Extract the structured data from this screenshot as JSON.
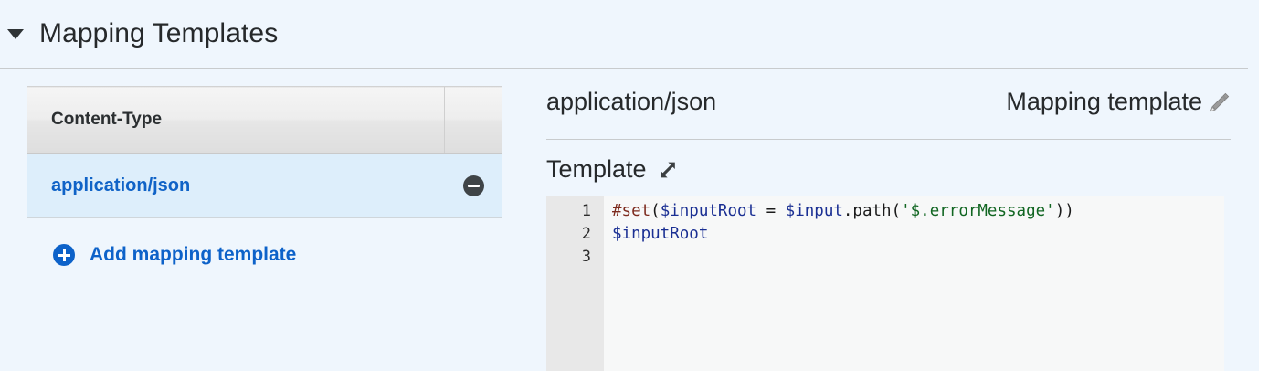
{
  "section": {
    "title": "Mapping Templates",
    "collapse_icon": "triangle-down-icon",
    "expanded": true
  },
  "content_type_table": {
    "columns": [
      "Content-Type",
      ""
    ],
    "rows": [
      {
        "content_type": "application/json",
        "selected": true,
        "remove_icon": "minus-circle-icon"
      }
    ],
    "add_link": {
      "label": "Add mapping template",
      "icon": "plus-circle-icon"
    }
  },
  "detail": {
    "title": "application/json",
    "mapping_label": "Mapping template",
    "edit_icon": "pencil-icon",
    "template_label": "Template",
    "expand_icon": "expand-diagonal-icon"
  },
  "editor": {
    "line_numbers": [
      "1",
      "2",
      "3"
    ],
    "lines": [
      [
        {
          "text": "#set",
          "type": "directive"
        },
        {
          "text": "(",
          "type": "plain"
        },
        {
          "text": "$inputRoot",
          "type": "var"
        },
        {
          "text": " = ",
          "type": "plain"
        },
        {
          "text": "$input",
          "type": "var"
        },
        {
          "text": ".path(",
          "type": "plain"
        },
        {
          "text": "'$.errorMessage'",
          "type": "string"
        },
        {
          "text": "))",
          "type": "plain"
        }
      ],
      [
        {
          "text": "$inputRoot",
          "type": "var"
        }
      ],
      []
    ],
    "plain_text": "#set($inputRoot = $input.path('$.errorMessage'))\n$inputRoot\n"
  },
  "colors": {
    "page_background": "#eff6fd",
    "selected_row": "#ddeefb",
    "link_blue": "#1063c7",
    "editor_background": "#f7f8f8",
    "gutter_background": "#e8e8e8",
    "directive": "#7d2b1e",
    "variable": "#1a2f93",
    "string": "#116622"
  }
}
